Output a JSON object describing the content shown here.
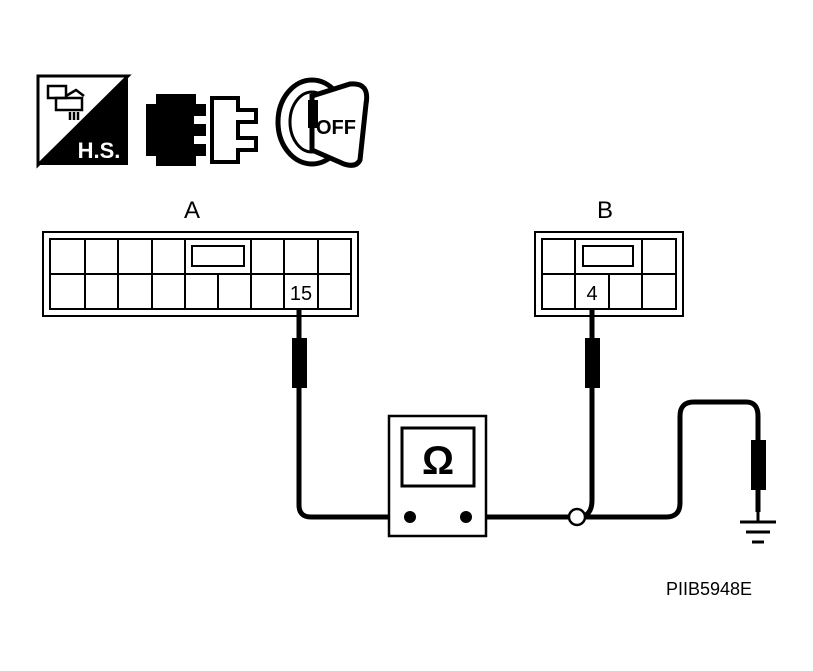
{
  "icons": {
    "harness_badge_text": "H.S.",
    "harness_icon": "harness-side-icon",
    "disconnect_icon": "connector-disconnect-icon",
    "ignition_icon": "ignition-key-icon",
    "ignition_text": "OFF"
  },
  "connectors": {
    "a": {
      "label": "A",
      "terminal": "15"
    },
    "b": {
      "label": "B",
      "terminal": "4"
    }
  },
  "meter": {
    "symbol": "Ω"
  },
  "ground_icon": "ground-icon",
  "figure_id": "PIIB5948E"
}
